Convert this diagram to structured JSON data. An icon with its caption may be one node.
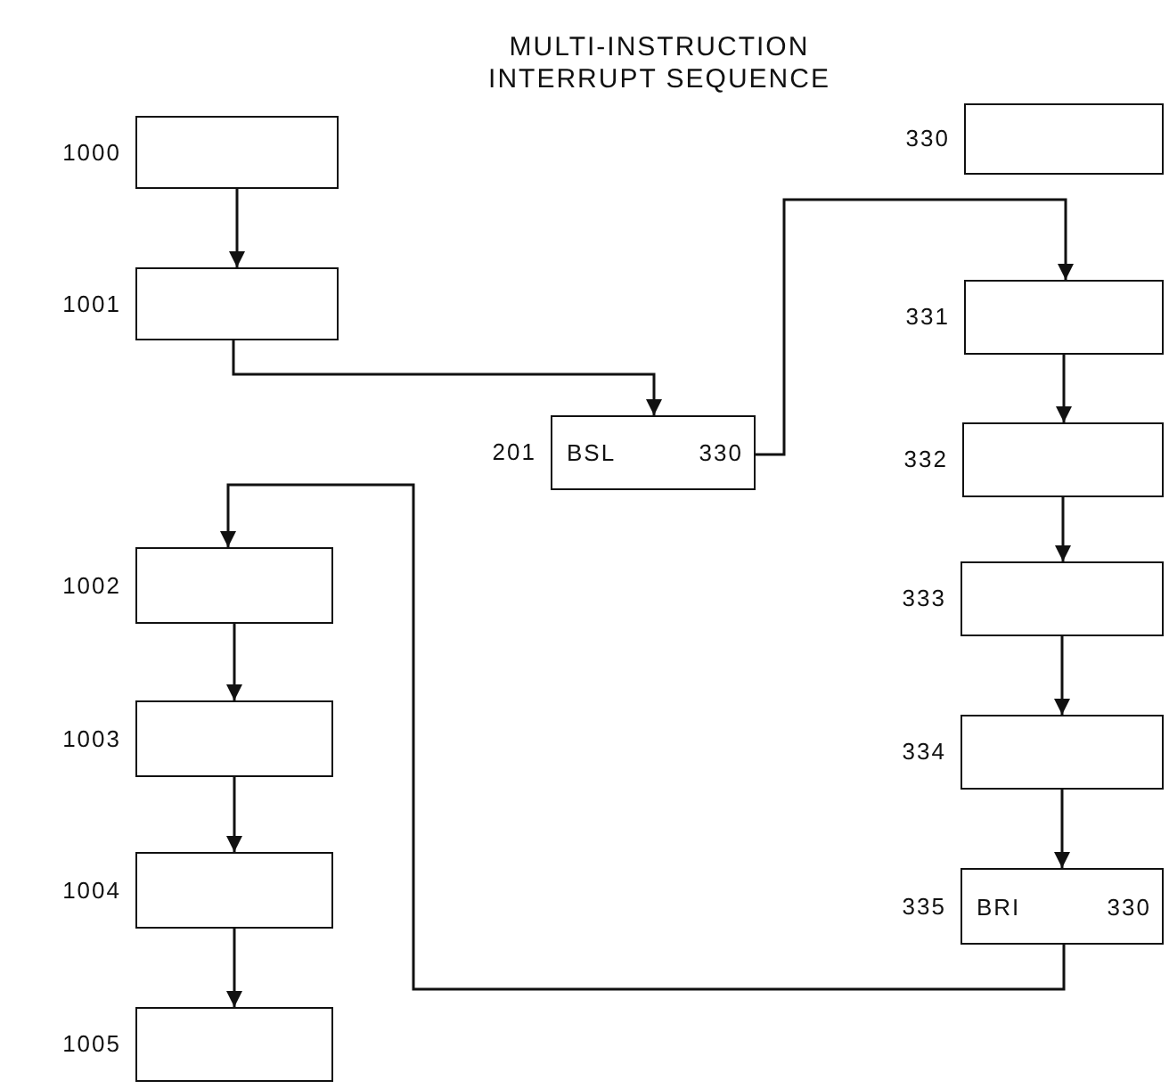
{
  "diagram": {
    "title": "MULTI-INSTRUCTION INTERRUPT SEQUENCE",
    "nodes": [
      {
        "text": [],
        "shape": "box",
        "beside": [
          "1000"
        ]
      },
      {
        "text": [],
        "shape": "box",
        "beside": [
          "1001"
        ]
      },
      {
        "text": [
          "BSL",
          "330"
        ],
        "beside": [
          "201"
        ]
      },
      {
        "text": [],
        "shape": "box",
        "beside": [
          "330"
        ]
      },
      {
        "text": [],
        "shape": "box",
        "beside": [
          "331"
        ]
      },
      {
        "text": [],
        "shape": "box",
        "beside": [
          "332"
        ]
      },
      {
        "text": [],
        "shape": "box",
        "beside": [
          "333"
        ]
      },
      {
        "text": [],
        "shape": "box",
        "beside": [
          "334"
        ]
      },
      {
        "text": [
          "BRI",
          "330"
        ],
        "beside": [
          "335"
        ]
      },
      {
        "text": [],
        "shape": "box",
        "beside": [
          "1002"
        ]
      },
      {
        "text": [],
        "shape": "box",
        "beside": [
          "1003"
        ]
      },
      {
        "text": [],
        "shape": "box",
        "beside": [
          "1004"
        ]
      },
      {
        "text": [],
        "shape": "box",
        "beside": [
          "1005"
        ]
      }
    ],
    "edges": [
      {
        "from": 0,
        "to": 1,
        "arrow": "to"
      },
      {
        "from": 1,
        "to": 2,
        "arrow": "to"
      },
      {
        "from": 2,
        "to": 4,
        "arrow": "to"
      },
      {
        "from": 4,
        "to": 5,
        "arrow": "to"
      },
      {
        "from": 5,
        "to": 6,
        "arrow": "to"
      },
      {
        "from": 6,
        "to": 7,
        "arrow": "to"
      },
      {
        "from": 7,
        "to": 8,
        "arrow": "to"
      },
      {
        "from": 8,
        "to": 9,
        "arrow": "to"
      },
      {
        "from": 9,
        "to": 10,
        "arrow": "to"
      },
      {
        "from": 10,
        "to": 11,
        "arrow": "to"
      },
      {
        "from": 11,
        "to": 12,
        "arrow": "to"
      }
    ]
  }
}
